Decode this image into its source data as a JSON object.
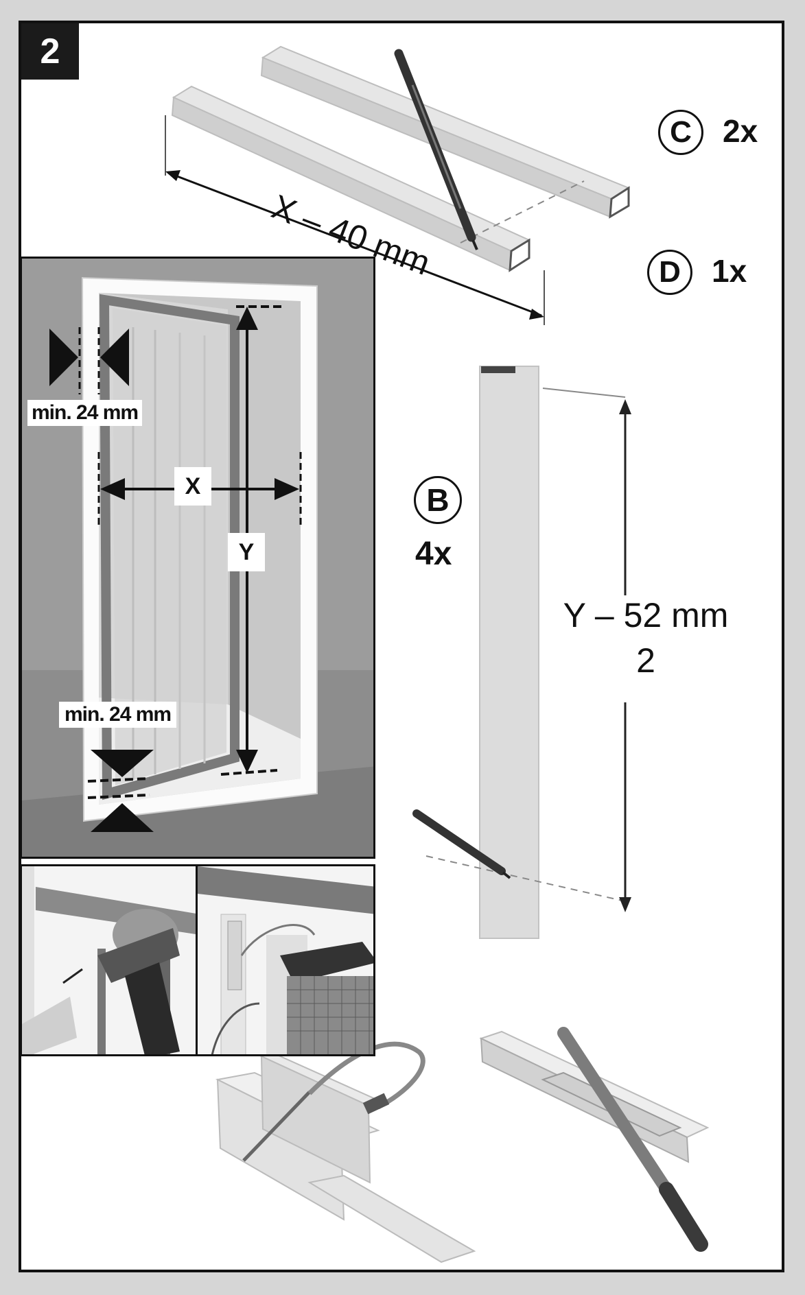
{
  "step_number": "2",
  "top_bars": {
    "dimension": "X – 40 mm",
    "parts": [
      {
        "letter": "C",
        "count": "2x"
      },
      {
        "letter": "D",
        "count": "1x"
      }
    ]
  },
  "door_panel": {
    "min_side": "min. 24 mm",
    "min_bottom": "min. 24 mm",
    "width_label": "X",
    "height_label": "Y"
  },
  "vertical_bar": {
    "letter": "B",
    "count": "4x",
    "numerator": "Y – 52 mm",
    "denominator": "2"
  }
}
